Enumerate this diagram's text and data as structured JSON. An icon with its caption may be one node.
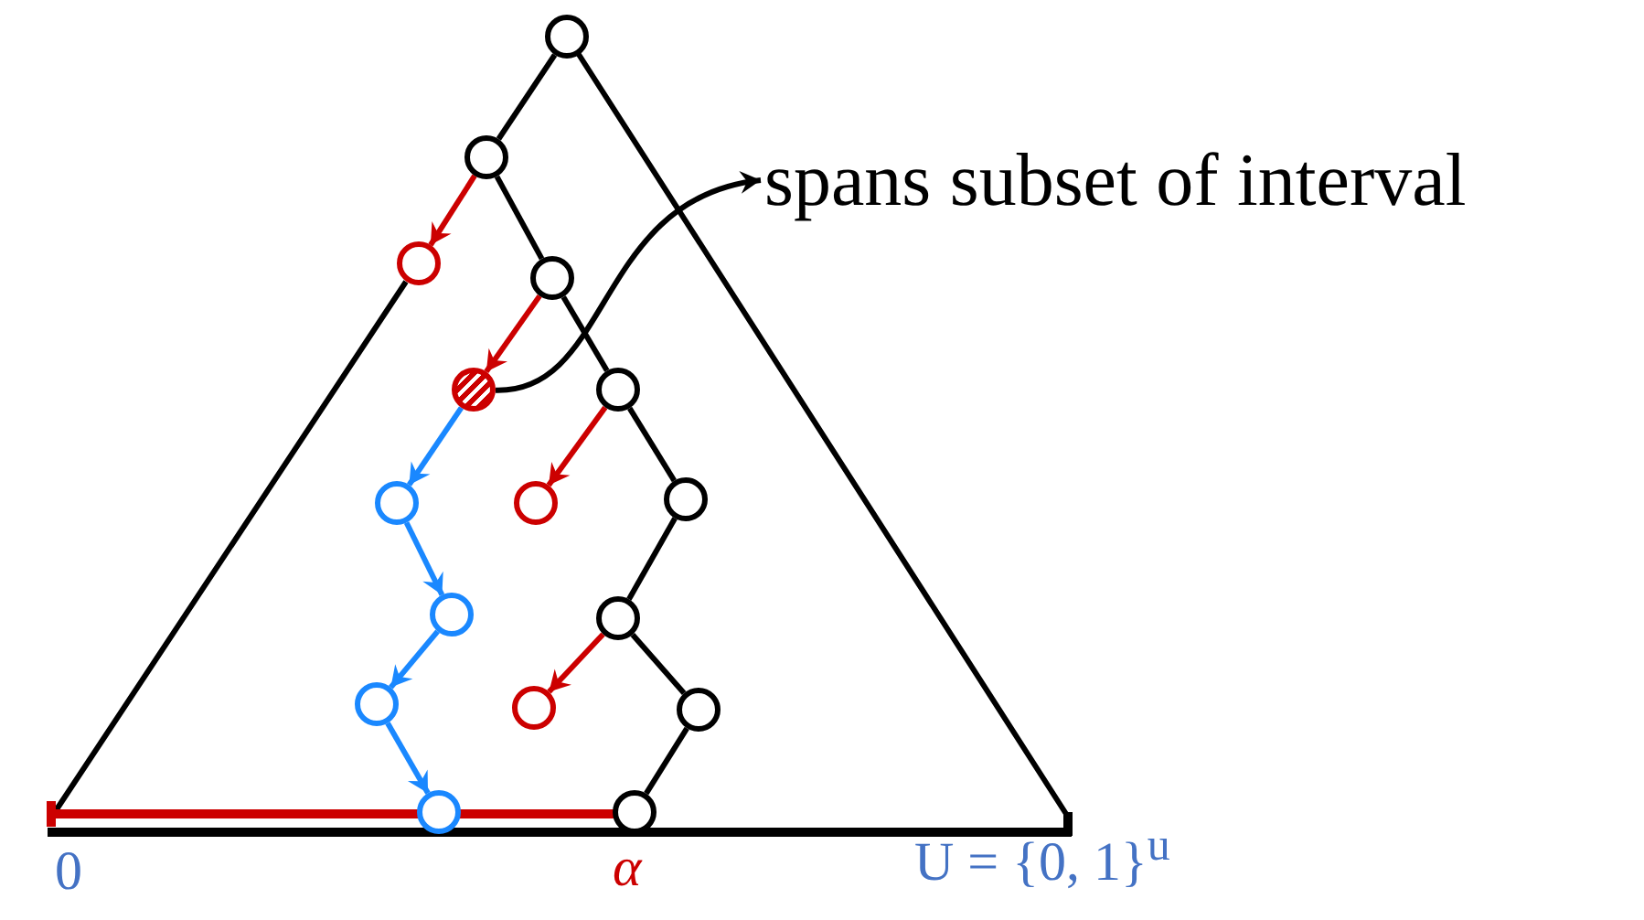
{
  "diagram": {
    "nodes": [
      {
        "text": [],
        "shape": "circle"
      },
      {
        "text": [],
        "shape": "circle"
      },
      {
        "text": [],
        "shape": "circle"
      },
      {
        "text": [],
        "shape": "circle"
      },
      {
        "text": [],
        "shape": "circle"
      },
      {
        "text": [],
        "shape": "circle"
      },
      {
        "text": [],
        "shape": "circle"
      },
      {
        "text": [],
        "shape": "circle"
      },
      {
        "text": [],
        "shape": "circle"
      },
      {
        "text": [],
        "shape": "circle"
      },
      {
        "text": [],
        "shape": "circle"
      },
      {
        "text": [],
        "shape": "circle"
      },
      {
        "text": [],
        "shape": "circle"
      },
      {
        "text": [],
        "shape": "circle"
      },
      {
        "text": [],
        "shape": "circle"
      },
      {
        "text": [],
        "shape": "circle"
      },
      {
        "text": [
          "spans subset of interval"
        ]
      }
    ],
    "edges": [
      {
        "from": 0,
        "to": 1,
        "arrow": "none"
      },
      {
        "from": 1,
        "to": 2,
        "arrow": "to",
        "color": "#cc0000"
      },
      {
        "from": 1,
        "to": 3,
        "arrow": "none"
      },
      {
        "from": 3,
        "to": 4,
        "arrow": "to",
        "color": "#cc0000"
      },
      {
        "from": 3,
        "to": 5,
        "arrow": "none"
      },
      {
        "from": 5,
        "to": 7,
        "arrow": "to",
        "color": "#cc0000"
      },
      {
        "from": 5,
        "to": 8,
        "arrow": "none"
      },
      {
        "from": 8,
        "to": 10,
        "arrow": "none"
      },
      {
        "from": 10,
        "to": 12,
        "arrow": "to",
        "color": "#cc0000"
      },
      {
        "from": 10,
        "to": 13,
        "arrow": "none"
      },
      {
        "from": 13,
        "to": 15,
        "arrow": "none"
      },
      {
        "from": 4,
        "to": 6,
        "arrow": "to",
        "color": "#1a88ff"
      },
      {
        "from": 6,
        "to": 9,
        "arrow": "to",
        "color": "#1a88ff"
      },
      {
        "from": 9,
        "to": 11,
        "arrow": "to",
        "color": "#1a88ff"
      },
      {
        "from": 11,
        "to": 14,
        "arrow": "to",
        "color": "#1a88ff"
      },
      {
        "from": 4,
        "to": 16,
        "arrow": "to"
      }
    ],
    "labels": [
      "0",
      "α",
      "U = {0, 1}$^{u}$"
    ]
  }
}
